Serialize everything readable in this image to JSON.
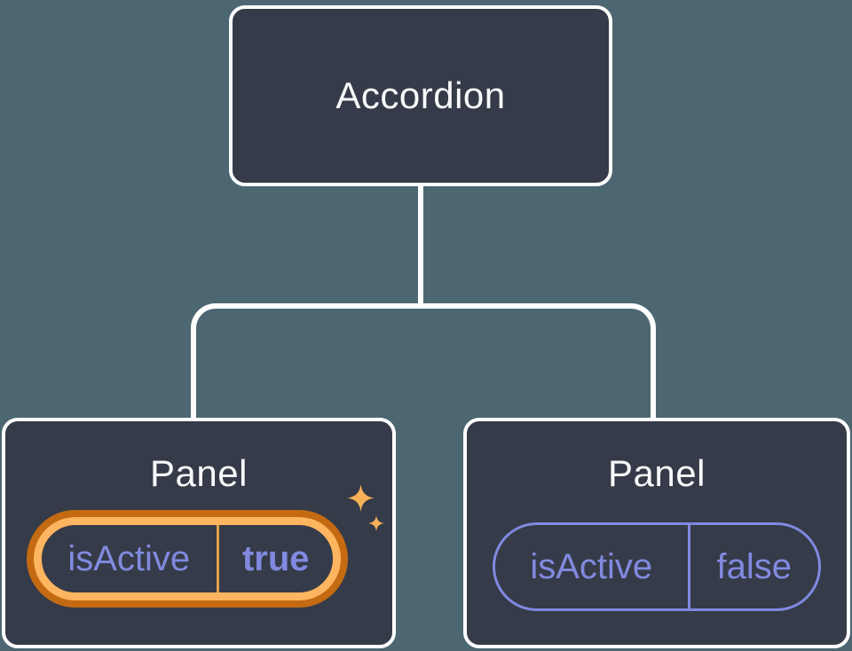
{
  "tree": {
    "root_label": "Accordion",
    "panels": [
      {
        "title": "Panel",
        "prop_name": "isActive",
        "prop_value": "true",
        "state": "active",
        "highlight": "orange-glow-ring-with-sparkles"
      },
      {
        "title": "Panel",
        "prop_name": "isActive",
        "prop_value": "false",
        "state": "inactive"
      }
    ]
  },
  "icons": {
    "sparkle_large": "sparkle-icon",
    "sparkle_small": "sparkle-icon"
  },
  "colors": {
    "background": "#4C6771",
    "node_fill": "#353B48",
    "node_border": "#FFFFFF",
    "connector": "#FFFFFF",
    "title_text": "#F7F9FB",
    "prop_text": "#818AE0",
    "pill_border_inactive": "#8089E0",
    "active_ring_outer": "#C36A12",
    "active_ring_inner": "#FDB55F",
    "active_divider": "#E2A04F",
    "sparkle": "#F6B159"
  }
}
